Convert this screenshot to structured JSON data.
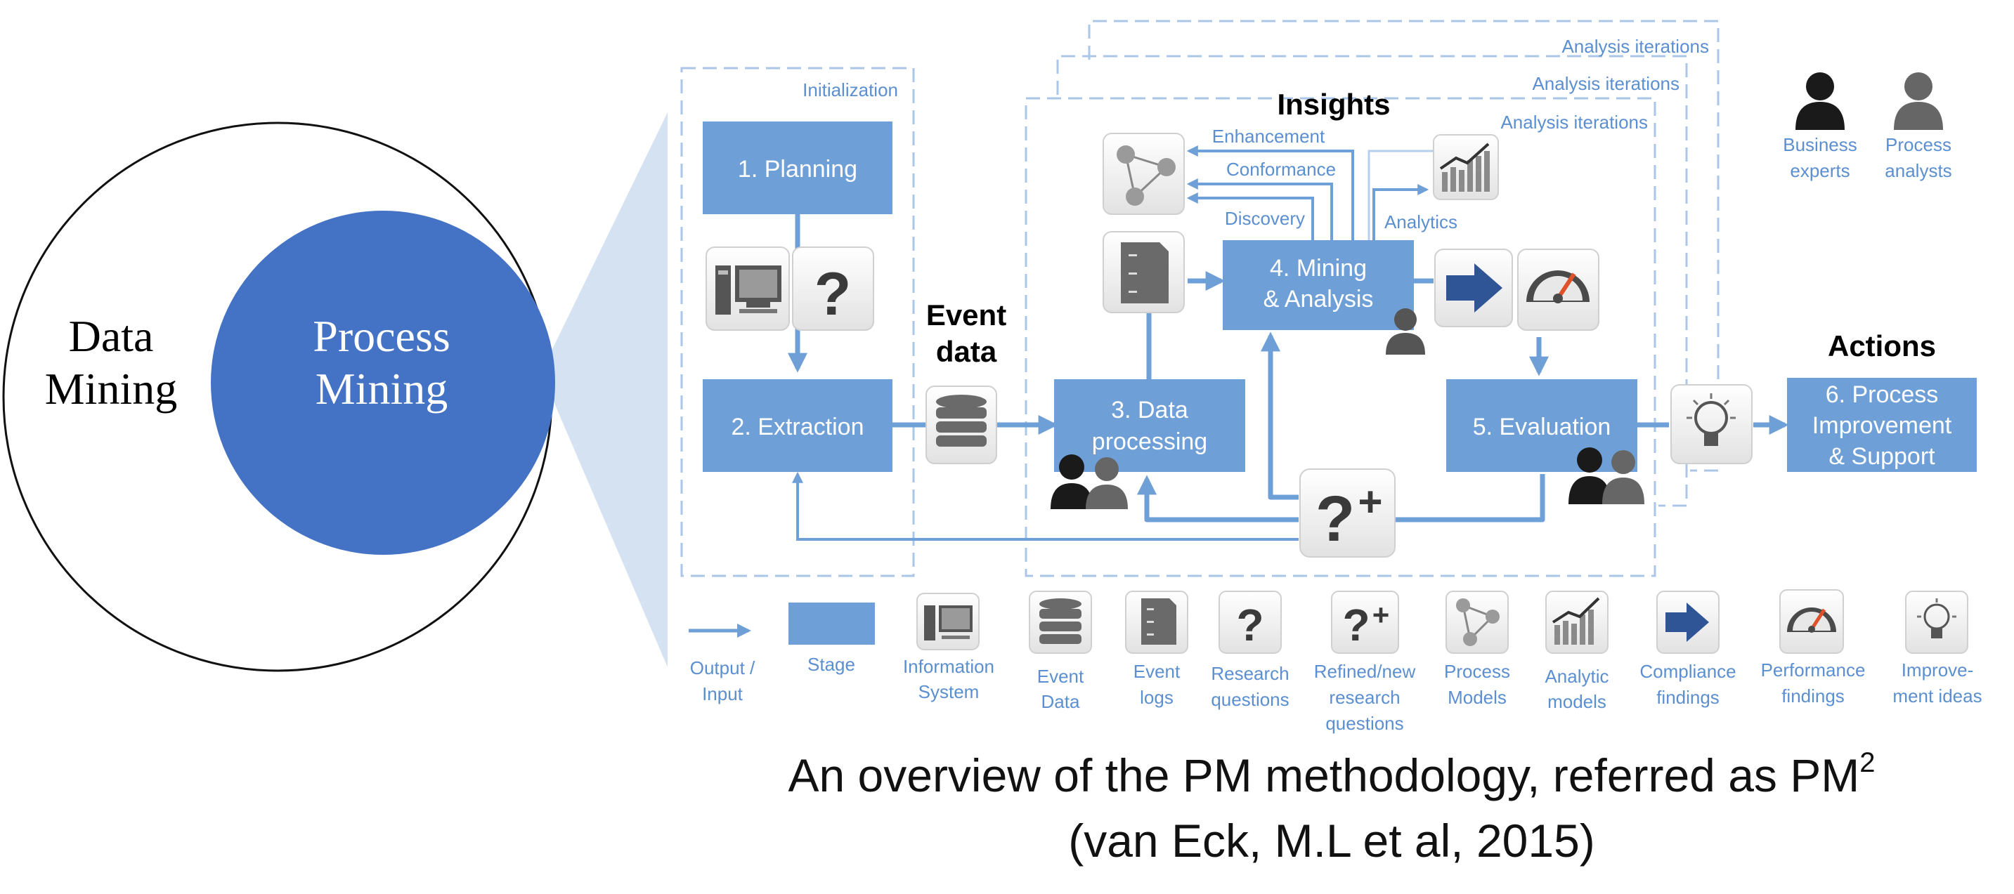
{
  "venn": {
    "outer_label_1": "Data",
    "outer_label_2": "Mining",
    "inner_label_1": "Process",
    "inner_label_2": "Mining"
  },
  "colors": {
    "stage": "#6e9fd6",
    "arrow": "#6e9fd6",
    "dashed": "#aac6e8",
    "label": "#5b8fd0",
    "inner_circle": "#4472c4",
    "funnel": "#d5e2f2"
  },
  "frames": {
    "initialization": "Initialization",
    "iteration_1": "Analysis iterations",
    "iteration_2": "Analysis iterations",
    "iteration_3": "Analysis iterations"
  },
  "headings": {
    "event_data_1": "Event",
    "event_data_2": "data",
    "insights": "Insights",
    "actions": "Actions"
  },
  "stages": {
    "planning": "1. Planning",
    "extraction": "2. Extraction",
    "processing_1": "3. Data",
    "processing_2": "processing",
    "mining_1": "4. Mining",
    "mining_2": "& Analysis",
    "evaluation": "5. Evaluation",
    "improvement_1": "6. Process",
    "improvement_2": "Improvement",
    "improvement_3": "& Support"
  },
  "flow_labels": {
    "enhancement": "Enhancement",
    "conformance": "Conformance",
    "discovery": "Discovery",
    "analytics": "Analytics"
  },
  "roles": {
    "business_1": "Business",
    "business_2": "experts",
    "analysts_1": "Process",
    "analysts_2": "analysts"
  },
  "legend": {
    "output_input_1": "Output /",
    "output_input_2": "Input",
    "stage": "Stage",
    "info_system_1": "Information",
    "info_system_2": "System",
    "event_data_1": "Event",
    "event_data_2": "Data",
    "event_logs_1": "Event",
    "event_logs_2": "logs",
    "research_1": "Research",
    "research_2": "questions",
    "refined_1": "Refined/new",
    "refined_2": "research",
    "refined_3": "questions",
    "process_models_1": "Process",
    "process_models_2": "Models",
    "analytic_1": "Analytic",
    "analytic_2": "models",
    "compliance_1": "Compliance",
    "compliance_2": "findings",
    "performance_1": "Performance",
    "performance_2": "findings",
    "improvement_1": "Improve-",
    "improvement_2": "ment ideas"
  },
  "caption": {
    "line1": "An overview of the PM methodology, referred as PM",
    "superscript": "2",
    "line2": "(van Eck, M.L et al, 2015)"
  }
}
